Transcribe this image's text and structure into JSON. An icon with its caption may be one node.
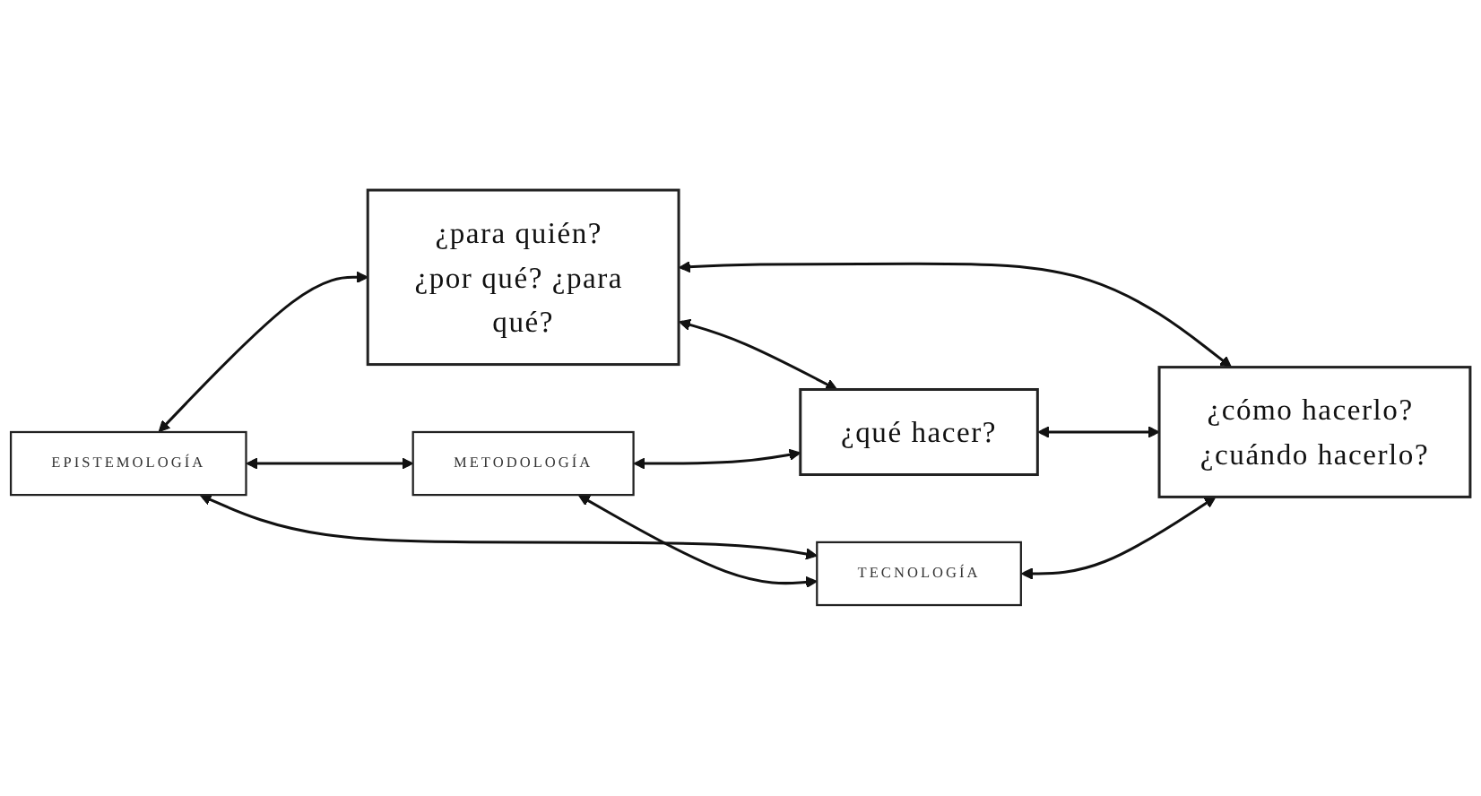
{
  "diagram": {
    "nodes": [
      {
        "text": [
          "EPISTEMOLOGÍA"
        ]
      },
      {
        "text": [
          "¿para quién? ¿por qué? ¿para qué?"
        ]
      },
      {
        "text": [
          "METODOLOGÍA"
        ]
      },
      {
        "text": [
          "¿qué hacer?"
        ]
      },
      {
        "text": [
          "TECNOLOGÍA"
        ]
      },
      {
        "text": [
          "¿cómo hacerlo? ¿cuándo hacerlo?"
        ]
      }
    ],
    "edges": [
      {
        "from": 0,
        "to": 1,
        "arrow": "both"
      },
      {
        "from": 0,
        "to": 2,
        "arrow": "both"
      },
      {
        "from": 0,
        "to": 4,
        "arrow": "both"
      },
      {
        "from": 1,
        "to": 3,
        "arrow": "both"
      },
      {
        "from": 1,
        "to": 5,
        "arrow": "both"
      },
      {
        "from": 2,
        "to": 3,
        "arrow": "both"
      },
      {
        "from": 2,
        "to": 4,
        "arrow": "both"
      },
      {
        "from": 3,
        "to": 5,
        "arrow": "both"
      },
      {
        "from": 4,
        "to": 5,
        "arrow": "both"
      }
    ]
  }
}
